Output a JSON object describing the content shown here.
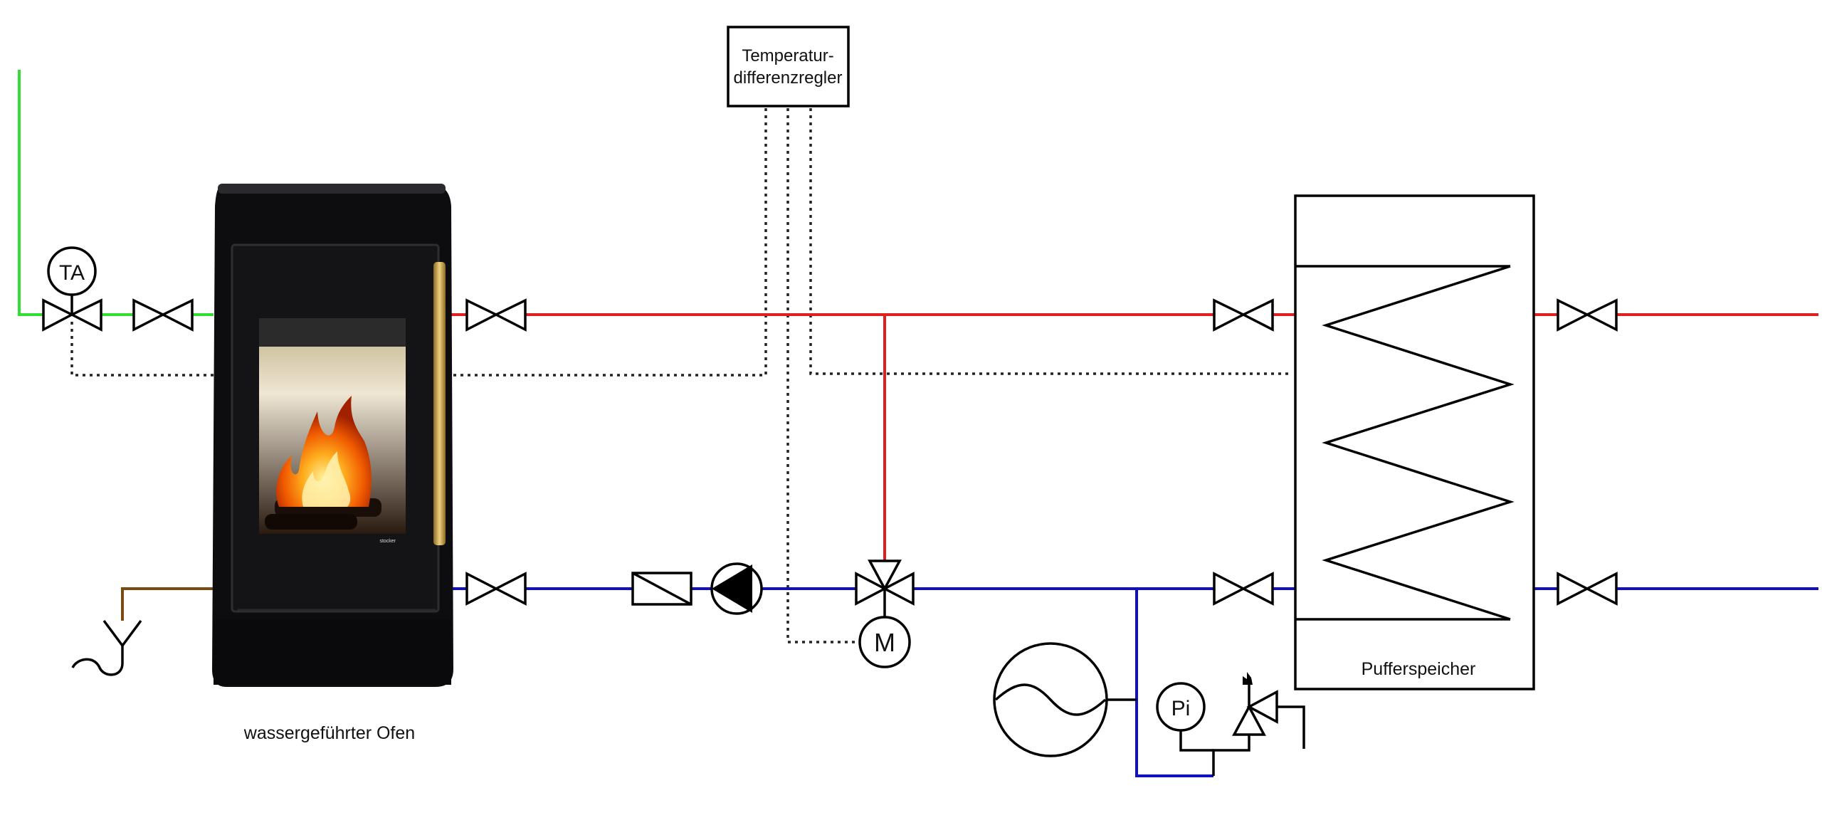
{
  "labels": {
    "controller_line1": "Temperatur-",
    "controller_line2": "differenzregler",
    "stove": "wassergeführter Ofen",
    "buffer": "Pufferspeicher",
    "thermal_valve": "TA",
    "pressure_gauge": "Pi",
    "motor": "M",
    "stove_brand": "stocker"
  },
  "colors": {
    "flow_pipe": "#e02020",
    "return_pipe": "#1010c0",
    "cold_water_pipe": "#33dd33",
    "drain_pipe": "#7a4a12",
    "control_line": "#222222"
  },
  "icons": {
    "valve": "gate-valve-icon",
    "pump": "circulation-pump-icon",
    "filter": "dirt-filter-icon",
    "mixing_valve": "three-way-valve-icon",
    "expansion_vessel": "expansion-vessel-icon",
    "safety_valve": "safety-valve-icon",
    "drain": "drain-funnel-icon"
  }
}
